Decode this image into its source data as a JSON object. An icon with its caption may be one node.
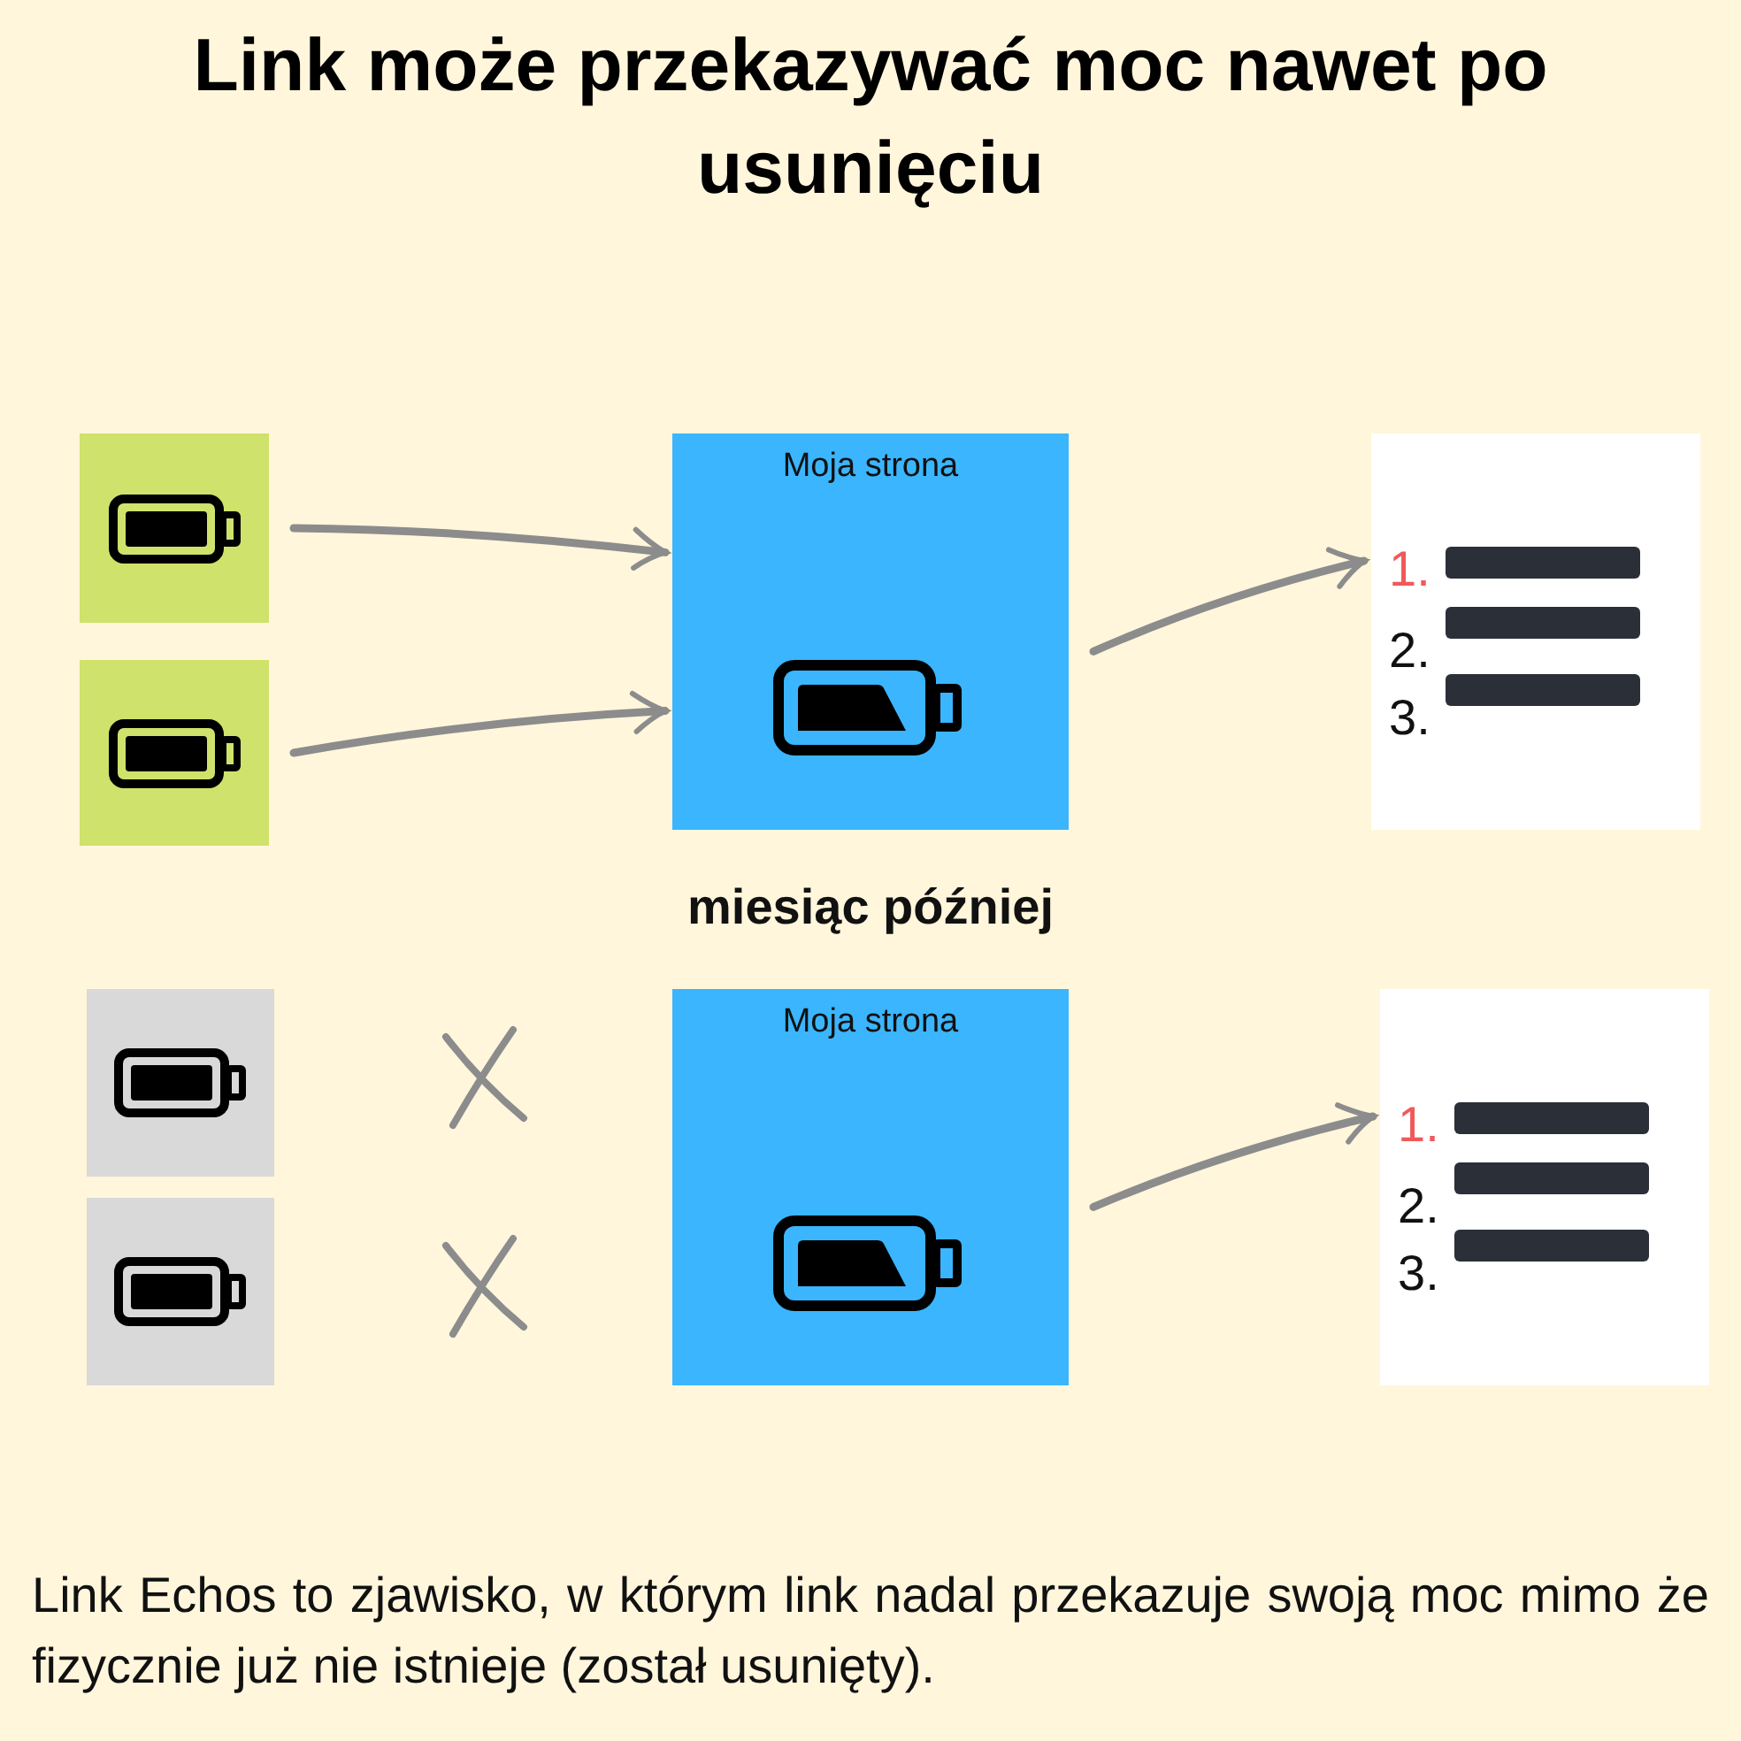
{
  "diagram": {
    "title": "Link może przekazywać moc nawet po usunięciu",
    "caption": "Link Echos to zjawisko, w którym link nadal przekazuje swoją moc mimo że fizycznie już nie istnieje (został usunięty).",
    "nodes": [
      {
        "text": [],
        "shape": "box"
      },
      {
        "text": [],
        "shape": "box"
      },
      {
        "text": [
          "Moja strona"
        ]
      },
      {
        "text": [
          "1.",
          "2.",
          "3."
        ]
      },
      {
        "text": [],
        "shape": "box"
      },
      {
        "text": [],
        "shape": "box"
      },
      {
        "text": [
          "Moja strona"
        ]
      },
      {
        "text": [
          "1.",
          "2.",
          "3."
        ]
      },
      {
        "text": [],
        "shape": "bar",
        "in": 3
      },
      {
        "text": [],
        "shape": "bar",
        "in": 3
      },
      {
        "text": [],
        "shape": "bar",
        "in": 3
      },
      {
        "text": [],
        "shape": "bar",
        "in": 7
      },
      {
        "text": [],
        "shape": "bar",
        "in": 7
      },
      {
        "text": [],
        "shape": "bar",
        "in": 7
      }
    ],
    "edges": [
      {
        "from": 0,
        "to": 2,
        "arrow": "to"
      },
      {
        "from": 1,
        "to": 2,
        "arrow": "to"
      },
      {
        "from": 2,
        "to": 3,
        "arrow": "to"
      },
      {
        "from": 6,
        "to": 7,
        "arrow": "to"
      }
    ],
    "labels": [
      "miesiąc później"
    ]
  }
}
